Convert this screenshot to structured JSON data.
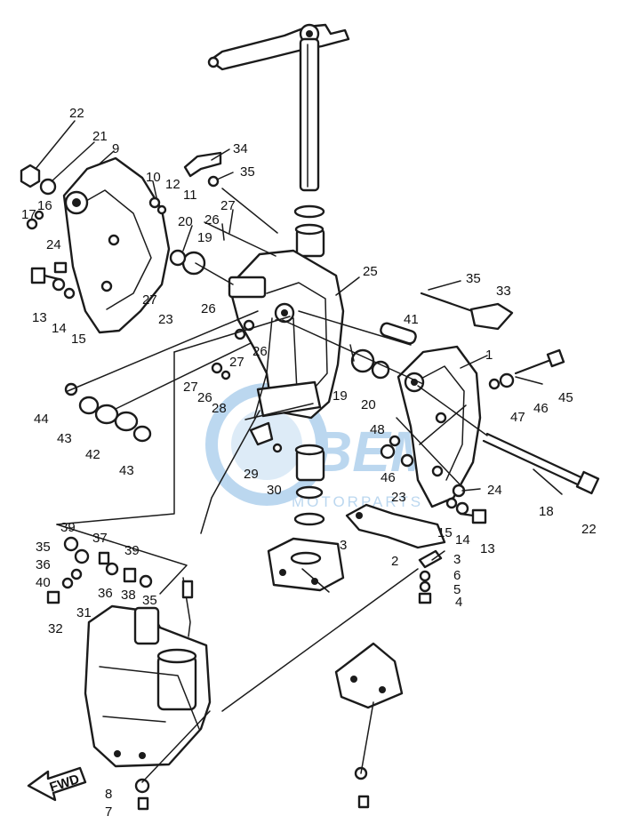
{
  "diagram": {
    "part_numbers": [
      "1",
      "2",
      "3",
      "4",
      "5",
      "6",
      "7",
      "8",
      "9",
      "10",
      "11",
      "12",
      "13",
      "14",
      "15",
      "16",
      "17",
      "18",
      "19",
      "20",
      "21",
      "22",
      "23",
      "24",
      "25",
      "26",
      "27",
      "28",
      "29",
      "30",
      "31",
      "32",
      "33",
      "34",
      "35",
      "36",
      "37",
      "38",
      "39",
      "40",
      "41",
      "42",
      "43",
      "44",
      "45",
      "46",
      "47",
      "48"
    ],
    "fwd_label": "FWD",
    "watermark": {
      "brand": "BEM",
      "subtitle": "MOTORPARTS",
      "color": "#3f8fd4"
    },
    "colors": {
      "ink": "#1b1b1b",
      "paper": "#ffffff"
    }
  }
}
